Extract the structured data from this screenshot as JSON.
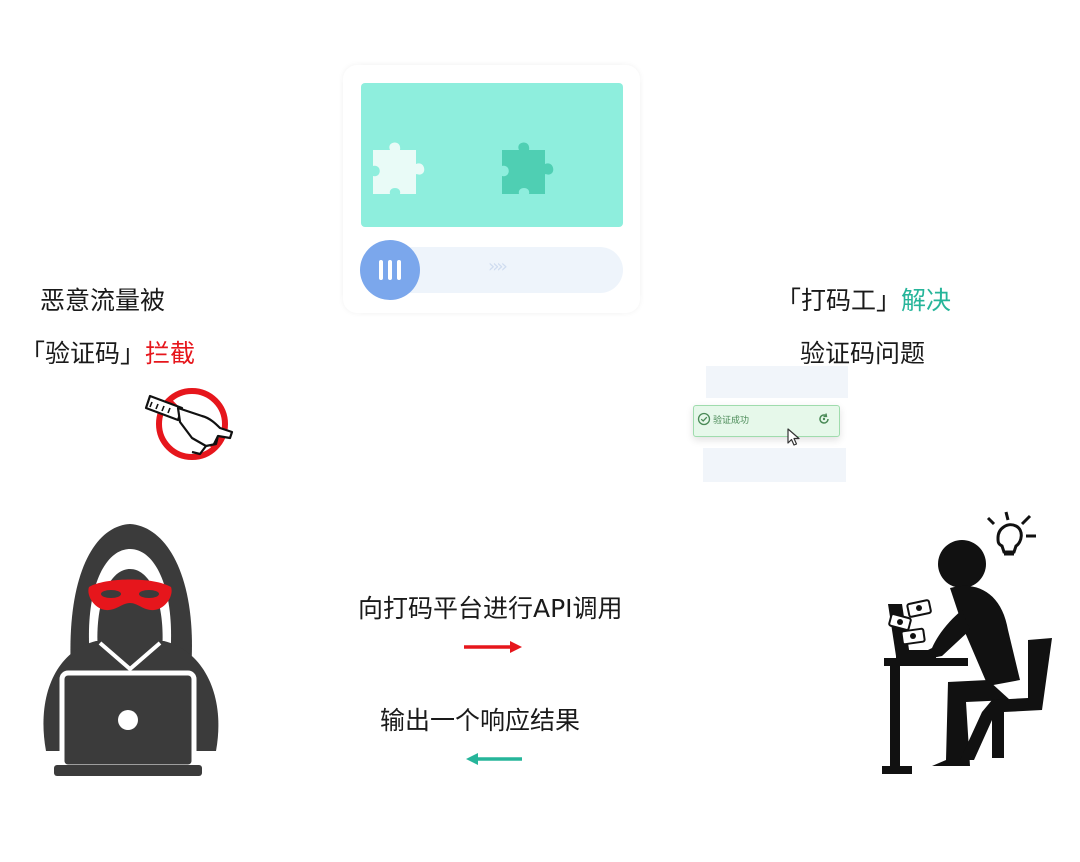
{
  "left_caption": {
    "line1": "恶意流量被",
    "line2_prefix": "「验证码」",
    "line2_highlight": "拦截"
  },
  "right_caption": {
    "line1_prefix": "「打码工」",
    "line1_highlight": "解决",
    "line2": "验证码问题"
  },
  "flow": {
    "request_label": "向打码平台进行API调用",
    "response_label": "输出一个响应结果"
  },
  "captcha_widget": {
    "slider_arrows": "››››",
    "success_text": "验证成功"
  },
  "colors": {
    "highlight_red": "#e6161c",
    "highlight_teal": "#26b59a",
    "captcha_bg": "#8eeedd",
    "slider_handle": "#7ba7ec"
  },
  "icons": [
    "no-entry-hand-icon",
    "hacker-icon",
    "worker-icon",
    "lightbulb-icon",
    "puzzle-piece-icon",
    "check-circle-icon",
    "refresh-icon",
    "cursor-icon",
    "money-icon"
  ]
}
